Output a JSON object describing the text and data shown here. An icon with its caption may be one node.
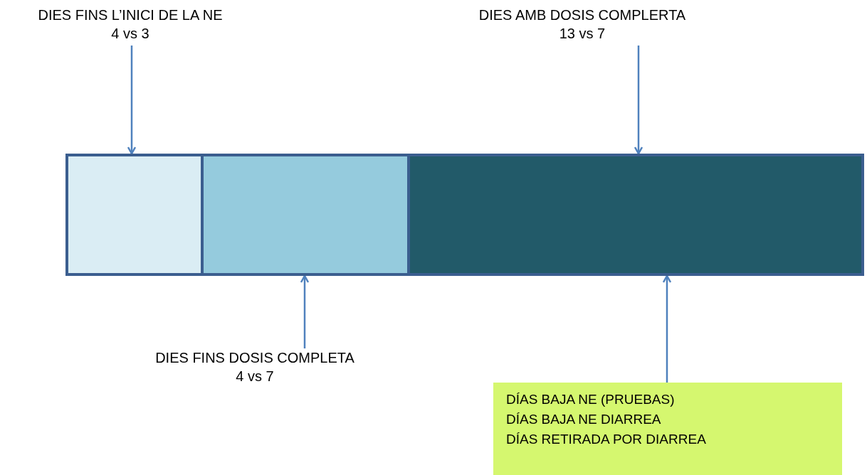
{
  "diagram": {
    "nodes": [
      {
        "text": [
          "DIES FINS L’INICI DE LA NE",
          "4 vs 3"
        ]
      },
      {
        "text": [
          "DIES AMB DOSIS COMPLERTA",
          "13 vs 7"
        ]
      },
      {
        "text": [],
        "shape": "box"
      },
      {
        "text": [],
        "shape": "box"
      },
      {
        "text": [],
        "shape": "box"
      },
      {
        "text": [
          "DIES FINS DOSIS COMPLETA",
          "4 vs 7"
        ]
      },
      {
        "text": [
          "DÍAS BAJA NE (PRUEBAS)",
          "DÍAS BAJA NE DIARREA",
          "DÍAS RETIRADA POR DIARREA"
        ]
      }
    ],
    "edges": [
      {
        "from": 0,
        "to": 2,
        "arrow": "to"
      },
      {
        "from": 1,
        "to": 4,
        "arrow": "to"
      },
      {
        "from": 5,
        "to": 3,
        "arrow": "to"
      },
      {
        "from": 6,
        "to": 4,
        "arrow": "to"
      }
    ]
  }
}
